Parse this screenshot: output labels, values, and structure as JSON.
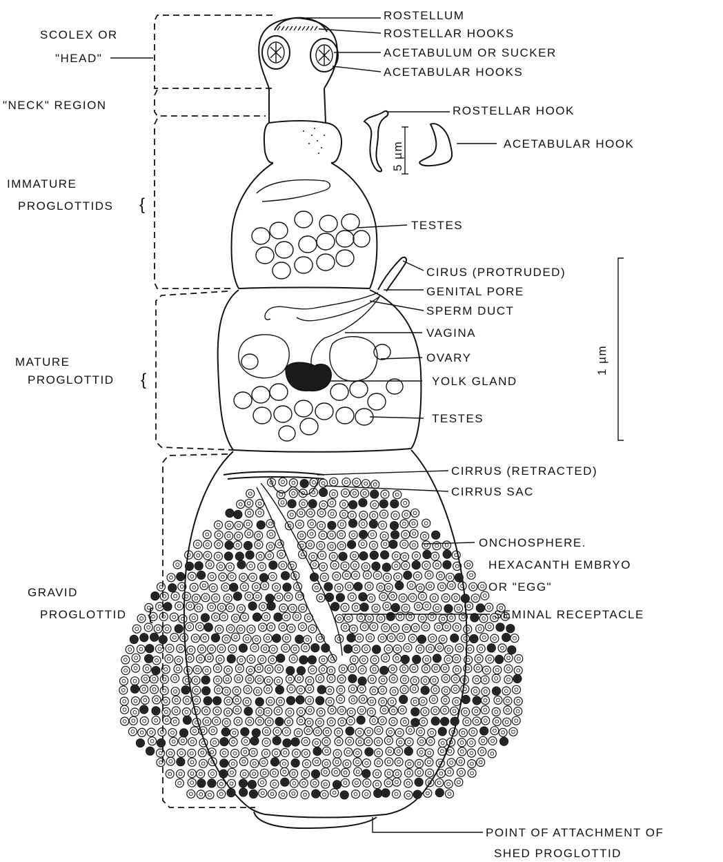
{
  "labels": {
    "rostellum": "ROSTELLUM",
    "rostellar_hooks": "ROSTELLAR HOOKS",
    "acetabulum": "ACETABULUM OR SUCKER",
    "acetabular_hooks": "ACETABULAR HOOKS",
    "rostellar_hook": "ROSTELLAR HOOK",
    "acetabular_hook": "ACETABULAR HOOK",
    "scale_small": "5 µm",
    "scale_large": "1 µm",
    "testes_upper": "TESTES",
    "cirus_protruded": "CIRUS (PROTRUDED)",
    "genital_pore": "GENITAL PORE",
    "sperm_duct": "SPERM DUCT",
    "vagina": "VAGINA",
    "ovary": "OVARY",
    "yolk_gland": "YOLK GLAND",
    "testes_lower": "TESTES",
    "cirrus_retracted": "CIRRUS (RETRACTED)",
    "cirrus_sac": "CIRRUS SAC",
    "onchosphere_1": "ONCHOSPHERE.",
    "onchosphere_2": "HEXACANTH EMBRYO",
    "onchosphere_3": "OR \"EGG\"",
    "seminal_receptacle": "SEMINAL RECEPTACLE",
    "attachment_1": "POINT OF ATTACHMENT OF",
    "attachment_2": "SHED PROGLOTTID"
  },
  "regions": {
    "scolex_1": "SCOLEX OR",
    "scolex_2": "\"HEAD\"",
    "neck": "\"NECK\" REGION",
    "immature_1": "IMMATURE",
    "immature_2": "PROGLOTTIDS",
    "mature_1": "MATURE",
    "mature_2": "PROGLOTTID",
    "gravid_1": "GRAVID",
    "gravid_2": "PROGLOTTID"
  }
}
